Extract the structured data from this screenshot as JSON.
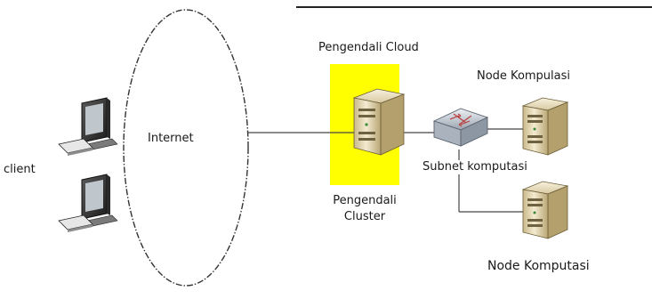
{
  "labels": {
    "internet": "Internet",
    "client": "client",
    "cloud_controller": "Pengendali Cloud",
    "cluster_controller_line1": "Pengendali",
    "cluster_controller_line2": "Cluster",
    "subnet": "Subnet komputasi",
    "node_top": "Node Kompulasi",
    "node_bottom": "Node Komputasi"
  },
  "colors": {
    "highlight": "#ffff00",
    "line": "#333333",
    "server_body": "#e8dcb4",
    "switch_body": "#cfd6df"
  },
  "icons": {
    "client_computer": "desktop-computer-icon",
    "server": "server-tower-icon",
    "switch": "network-switch-icon"
  }
}
